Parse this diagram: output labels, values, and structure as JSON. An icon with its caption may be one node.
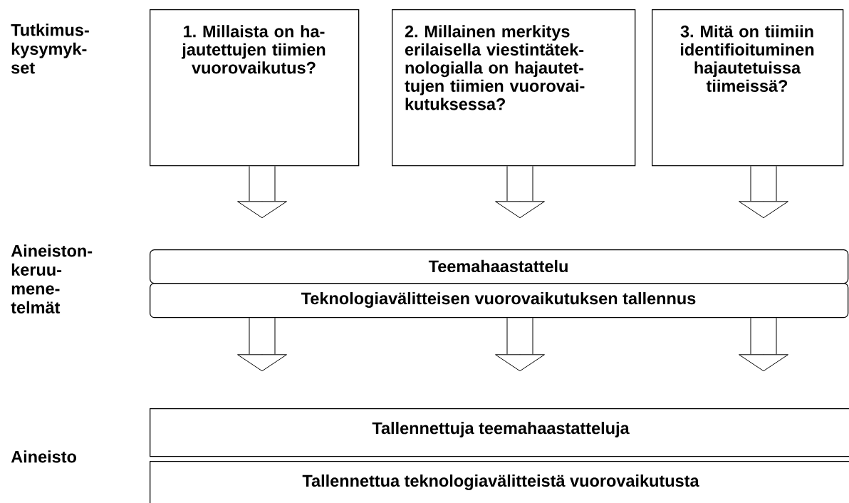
{
  "diagram": {
    "nodes": [
      {
        "text": [
          "1. Millaista on ha- jautettujen tiimien vuorovaikutus?"
        ]
      },
      {
        "text": [
          "2. Millainen merkitys erilaisella viestintätek- nologialla on hajautet- tujen tiimien vuorovai- kutuksessa?"
        ]
      },
      {
        "text": [
          "3. Mitä on tiimiin identifioituminen hajautetuissa tiimeissä?"
        ]
      },
      {
        "text": [
          "Teemahaastattelu"
        ]
      },
      {
        "text": [
          "Teknologiavälitteisen vuorovaikutuksen tallennus"
        ]
      },
      {
        "text": [
          "Tallennettuja teemahaastatteluja"
        ]
      },
      {
        "text": [
          "Tallennettua teknologiavälitteistä vuorovaikutusta"
        ]
      }
    ],
    "edges": [
      {
        "from": 0,
        "to": null,
        "arrow": "to"
      },
      {
        "from": 1,
        "to": null,
        "arrow": "to"
      },
      {
        "from": 2,
        "to": null,
        "arrow": "to"
      },
      {
        "from": 4,
        "to": null,
        "arrow": "to"
      },
      {
        "from": 4,
        "to": null,
        "arrow": "to"
      },
      {
        "from": 4,
        "to": null,
        "arrow": "to"
      }
    ],
    "labels": [
      "Tutkimus- kysymyk- set",
      "Aineiston- keruu- mene- telmät",
      "Aineisto"
    ]
  }
}
